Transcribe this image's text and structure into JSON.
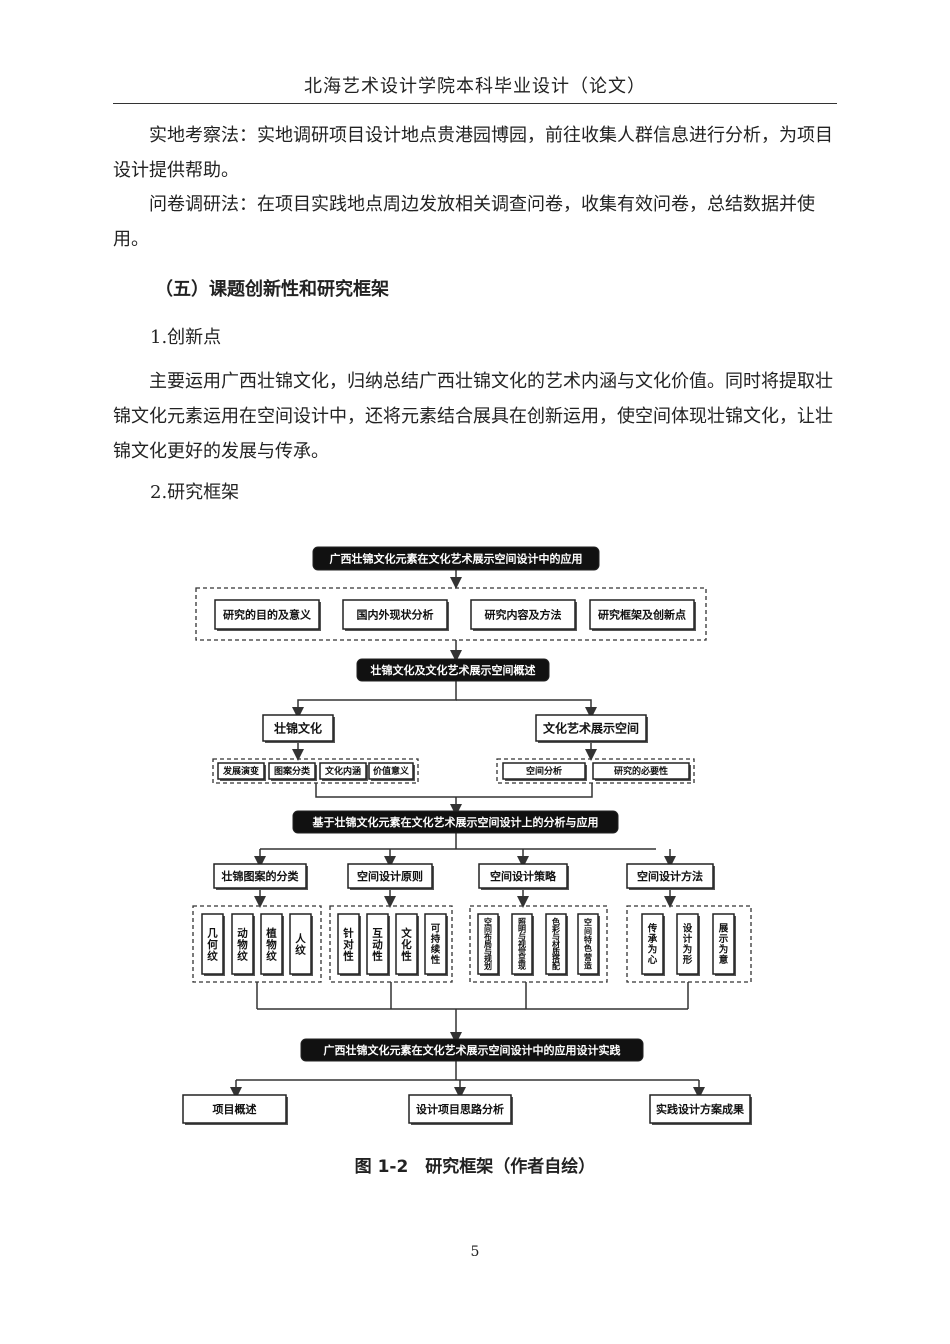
{
  "header": {
    "title": "北海艺术设计学院本科毕业设计（论文）"
  },
  "body": {
    "p1": "实地考察法：实地调研项目设计地点贵港园博园，前往收集人群信息进行分析，为项目设计提供帮助。",
    "p2": "问卷调研法：在项目实践地点周边发放相关调查问卷，收集有效问卷，总结数据并使用。",
    "section": "（五）课题创新性和研究框架",
    "sub1": "1.创新点",
    "p3": "主要运用广西壮锦文化，归纳总结广西壮锦文化的艺术内涵与文化价值。同时将提取壮锦文化元素运用在空间设计中，还将元素结合展具在创新运用，使空间体现壮锦文化，让壮锦文化更好的发展与传承。",
    "sub2": "2.研究框架"
  },
  "diagram": {
    "top": "广西壮锦文化元素在文化艺术展示空间设计中的应用",
    "row1": [
      "研究的目的及意义",
      "国内外现状分析",
      "研究内容及方法",
      "研究框架及创新点"
    ],
    "overview": "壮锦文化及文化艺术展示空间概述",
    "left_head": "壮锦文化",
    "right_head": "文化艺术展示空间",
    "left_items": [
      "发展演变",
      "图案分类",
      "文化内涵",
      "价值意义"
    ],
    "right_items": [
      "空间分析",
      "研究的必要性"
    ],
    "analysis": "基于壮锦文化元素在文化艺术展示空间设计上的分析与应用",
    "cat1": {
      "head": "壮锦图案的分类",
      "items": [
        "几何纹",
        "动物纹",
        "植物纹",
        "人纹"
      ]
    },
    "cat2": {
      "head": "空间设计原则",
      "items": [
        "针对性",
        "互动性",
        "文化性",
        "可持续性"
      ]
    },
    "cat3": {
      "head": "空间设计策略",
      "items": [
        "空间布局与规划",
        "照明与视觉呈现",
        "色彩与材质搭配",
        "空间特色营造"
      ]
    },
    "cat4": {
      "head": "空间设计方法",
      "items": [
        "传承为心",
        "设计为形",
        "展示为意"
      ]
    },
    "practice": "广西壮锦文化元素在文化艺术展示空间设计中的应用设计实践",
    "bottom": [
      "项目概述",
      "设计项目思路分析",
      "实践设计方案成果"
    ]
  },
  "caption": "图 1-2　研究框架（作者自绘）",
  "page_number": "5"
}
